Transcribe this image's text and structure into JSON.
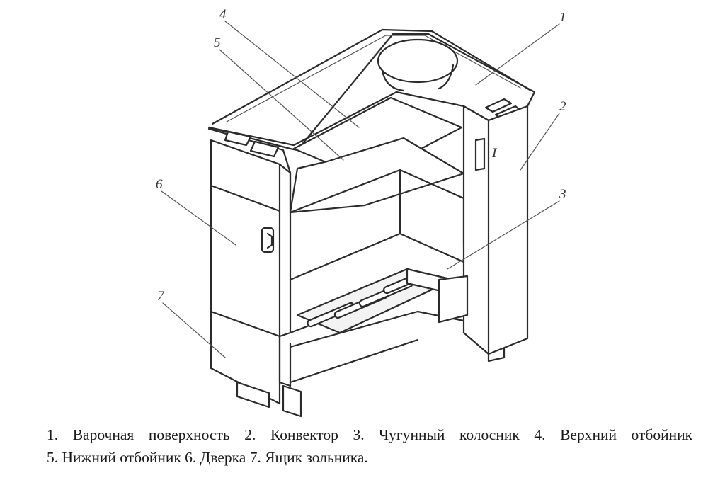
{
  "diagram": {
    "callouts": [
      {
        "id": "1",
        "label": "1"
      },
      {
        "id": "2",
        "label": "2"
      },
      {
        "id": "3",
        "label": "3"
      },
      {
        "id": "4",
        "label": "4"
      },
      {
        "id": "5",
        "label": "5"
      },
      {
        "id": "6",
        "label": "6"
      },
      {
        "id": "7",
        "label": "7"
      }
    ],
    "side_mark": "I"
  },
  "legend": {
    "items": [
      {
        "num": "1.",
        "text": "Варочная поверхность"
      },
      {
        "num": "2.",
        "text": "Конвектор"
      },
      {
        "num": "3.",
        "text": "Чугунный колосник"
      },
      {
        "num": "4.",
        "text": "Верхний отбойник"
      },
      {
        "num": "5.",
        "text": "Нижний отбойник"
      },
      {
        "num": "6.",
        "text": "Дверка"
      },
      {
        "num": "7.",
        "text": "Ящик зольника."
      }
    ]
  }
}
